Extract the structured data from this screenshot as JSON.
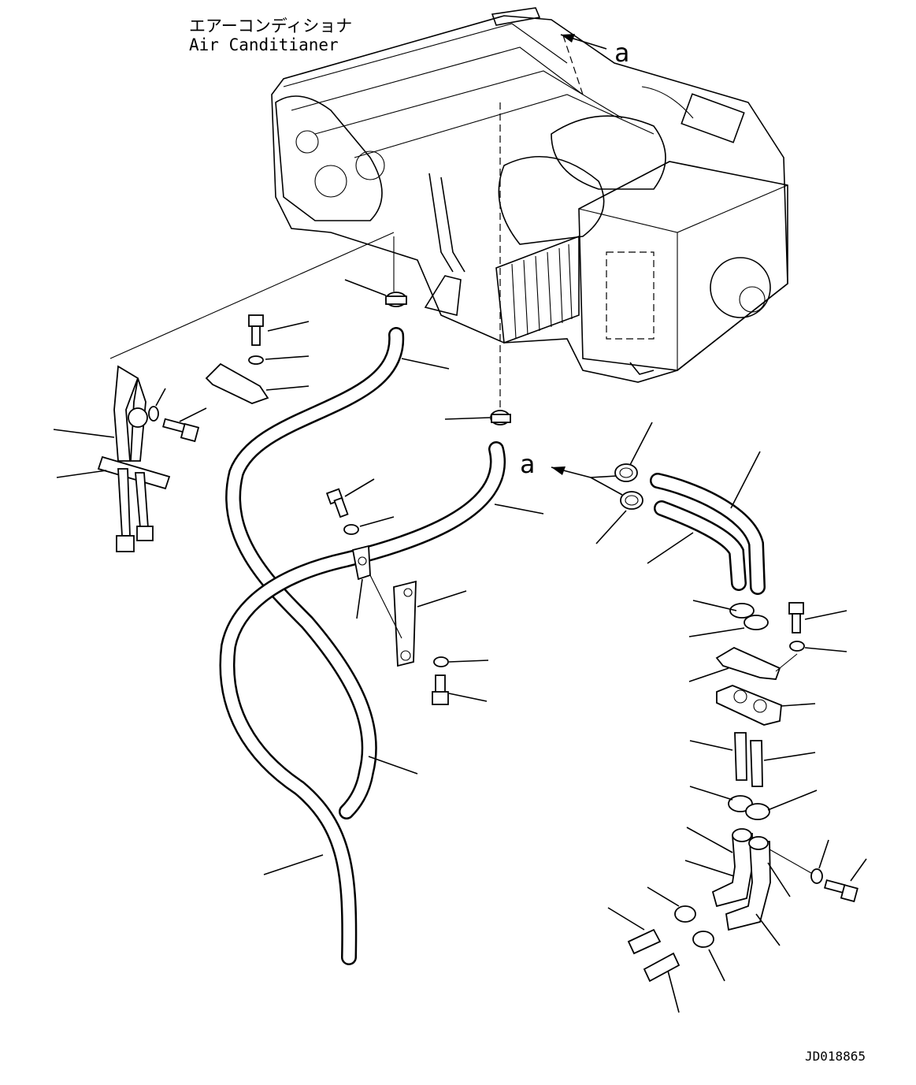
{
  "title": {
    "japanese": "エアーコンディショナ",
    "english": "Air Canditianer"
  },
  "view_marker": "a",
  "drawing_code": "JD018865"
}
